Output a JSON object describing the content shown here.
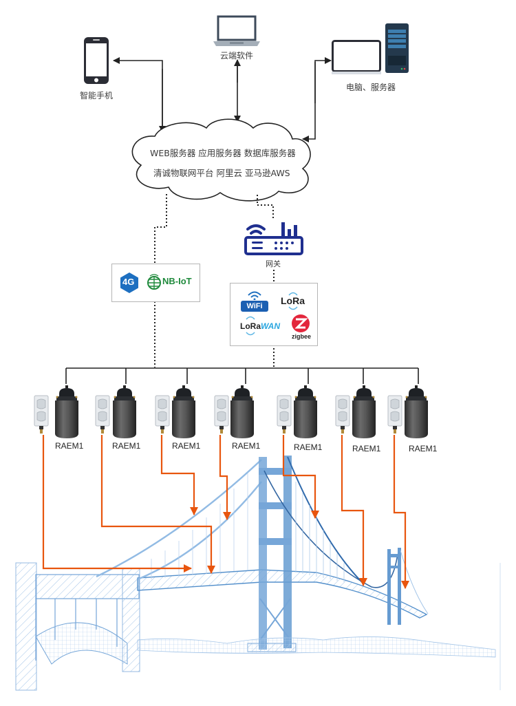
{
  "clients": {
    "phone_label": "智能手机",
    "cloud_software_label": "云端软件",
    "pc_server_label": "电脑、服务器"
  },
  "cloud": {
    "line1": "WEB服务器  应用服务器  数据库服务器",
    "line2": "清诚物联网平台  阿里云  亚马逊AWS"
  },
  "gateway": {
    "label": "网关"
  },
  "cellular_box": {
    "badge_4g": "4G",
    "nbiot": "NB-IoT"
  },
  "lan_box": {
    "wifi": "WiFi",
    "lora": "LoRa",
    "lorawan_a": "LoRa",
    "lorawan_b": "WAN",
    "zigbee": "zigbee"
  },
  "sensors": [
    {
      "label": "RAEM1"
    },
    {
      "label": "RAEM1"
    },
    {
      "label": "RAEM1"
    },
    {
      "label": "RAEM1"
    },
    {
      "label": "RAEM1"
    },
    {
      "label": "RAEM1"
    },
    {
      "label": "RAEM1"
    }
  ],
  "colors": {
    "arrow_orange": "#e8550e",
    "bridge_blue": "#4a8ac9",
    "icon_navy": "#1f2f8f",
    "line_dark": "#222222"
  }
}
